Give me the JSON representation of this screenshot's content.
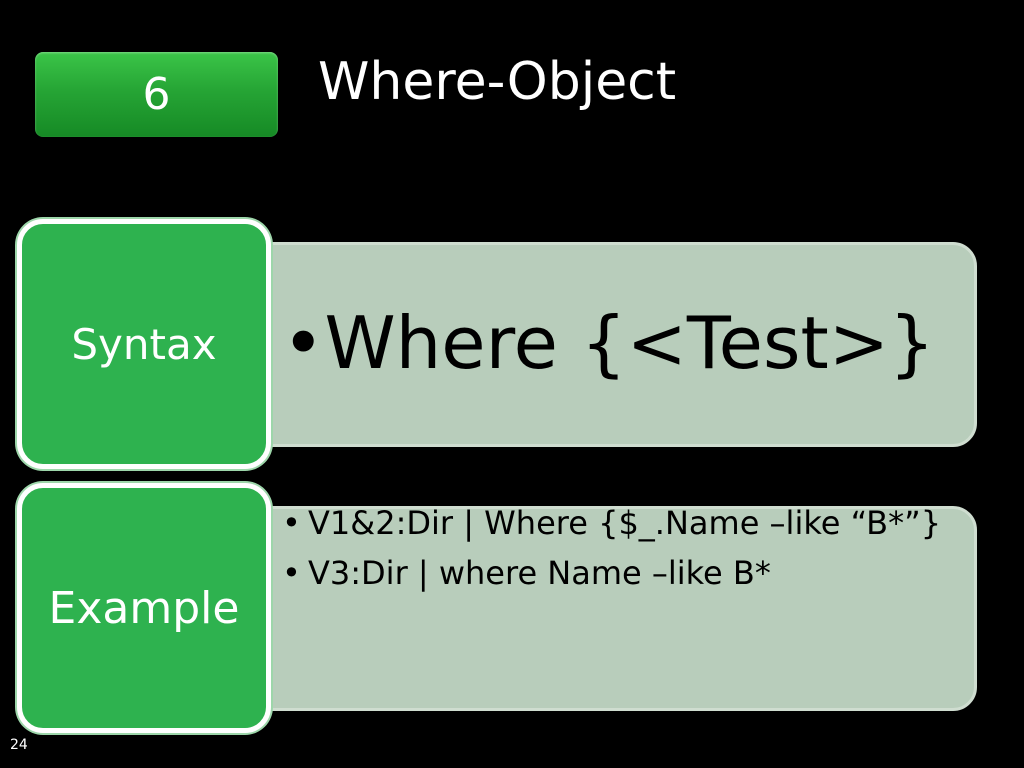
{
  "slide": {
    "number": "6",
    "title": "Where-Object",
    "page_number": "24"
  },
  "syntax": {
    "label": "Syntax",
    "bullet": "•",
    "text": "Where {<Test>}"
  },
  "example": {
    "label": "Example",
    "items": [
      {
        "bullet": "•",
        "text": "V1&2:Dir | Where {$_.Name –like “B*”}"
      },
      {
        "bullet": "•",
        "text": "V3:Dir | where Name –like B*"
      }
    ]
  },
  "colors": {
    "background": "#000000",
    "badge_green": "#26a535",
    "label_green": "#2eb24f",
    "panel_fill": "#b8cdbb"
  }
}
